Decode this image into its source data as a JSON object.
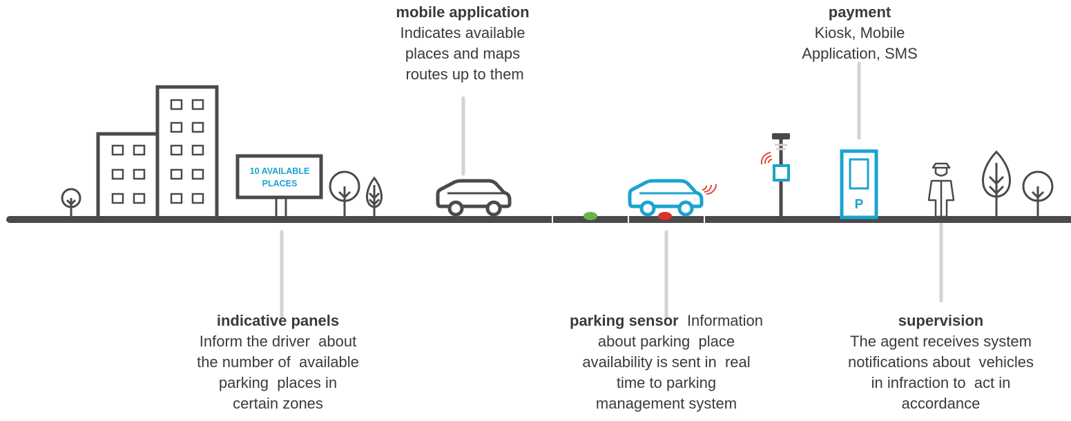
{
  "colors": {
    "stroke": "#4a4a4a",
    "accent": "#1aa3cf",
    "connector": "#d3d3d3",
    "sensor_free": "#6ab34a",
    "sensor_busy": "#d9302b",
    "signal": "#e0443a"
  },
  "sign": {
    "line1": "10 AVAILABLE",
    "line2": "PLACES"
  },
  "kiosk": {
    "letter": "P"
  },
  "captions": {
    "mobile": {
      "title": "mobile application",
      "lines": [
        "Indicates available",
        "places and maps",
        " routes up to them"
      ]
    },
    "payment": {
      "title": "payment",
      "lines": [
        "Kiosk, Mobile",
        "Application, SMS"
      ]
    },
    "panels": {
      "title": "indicative panels",
      "lines": [
        "Inform the driver  about",
        "the number of  available",
        "parking  places in",
        "certain zones"
      ]
    },
    "sensor": {
      "title": "parking sensor",
      "first_rest": "  Information",
      "lines": [
        "about parking  place",
        "availability is sent in  real",
        "time to parking",
        "management system"
      ]
    },
    "supervision": {
      "title": "supervision",
      "lines": [
        "The agent receives system",
        "notifications about  vehicles",
        "in infraction to  act in",
        "accordance"
      ]
    }
  }
}
